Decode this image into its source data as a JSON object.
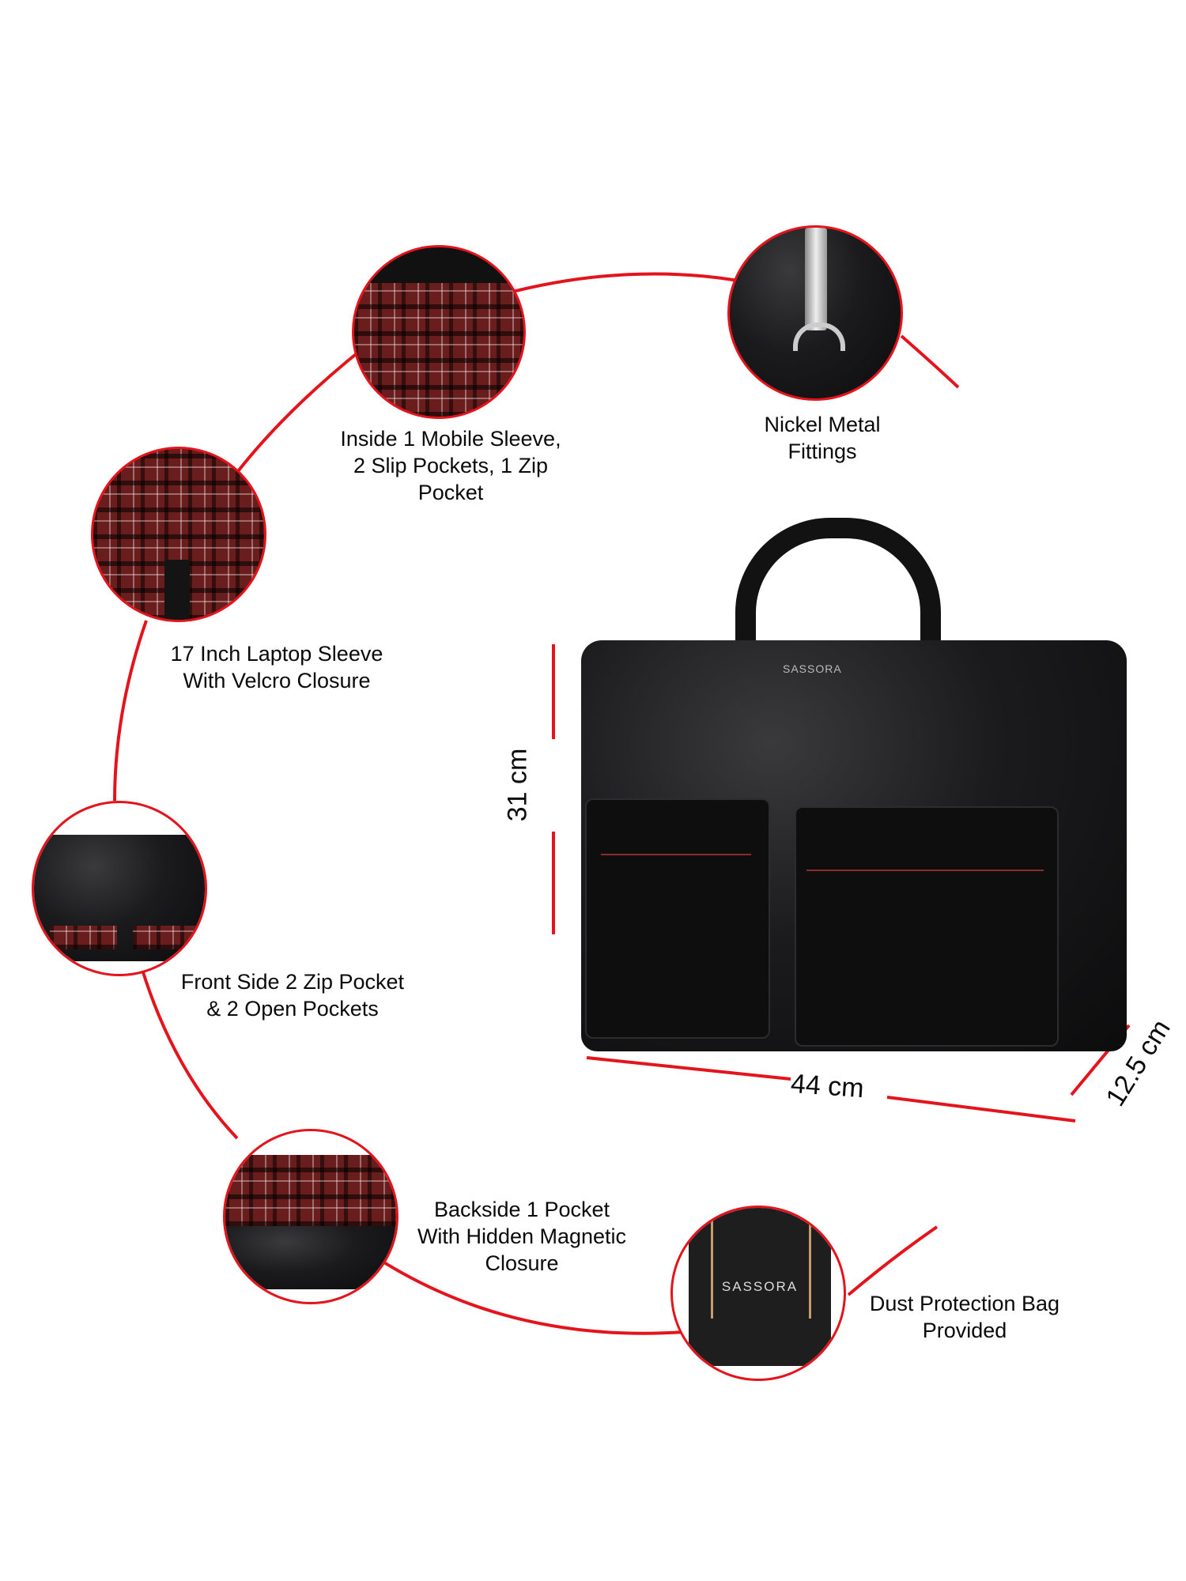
{
  "product": {
    "brand": "SASSORA",
    "accent_color": "#e3141b"
  },
  "features": [
    {
      "id": "inside-pockets",
      "label_lines": [
        "Inside 1 Mobile Sleeve,",
        "2 Slip Pockets, 1 Zip",
        "Pocket"
      ],
      "icon": "plaid-lining-closeup"
    },
    {
      "id": "nickel-fittings",
      "label_lines": [
        "Nickel Metal",
        "Fittings"
      ],
      "icon": "metal-clasp-closeup"
    },
    {
      "id": "laptop-sleeve",
      "label_lines": [
        "17 Inch Laptop Sleeve",
        "With Velcro Closure"
      ],
      "icon": "laptop-sleeve-closeup"
    },
    {
      "id": "front-pockets",
      "label_lines": [
        "Front Side 2 Zip Pocket",
        "& 2 Open Pockets"
      ],
      "icon": "front-pockets-closeup"
    },
    {
      "id": "back-pocket",
      "label_lines": [
        "Backside 1 Pocket",
        "With Hidden Magnetic",
        "Closure"
      ],
      "icon": "back-pocket-closeup"
    },
    {
      "id": "dust-bag",
      "label_lines": [
        "Dust Protection Bag",
        "Provided"
      ],
      "icon": "dust-bag-closeup",
      "bag_logo": "SASSORA"
    }
  ],
  "dimensions": {
    "height": "31 cm",
    "width": "44 cm",
    "depth": "12.5 cm"
  }
}
